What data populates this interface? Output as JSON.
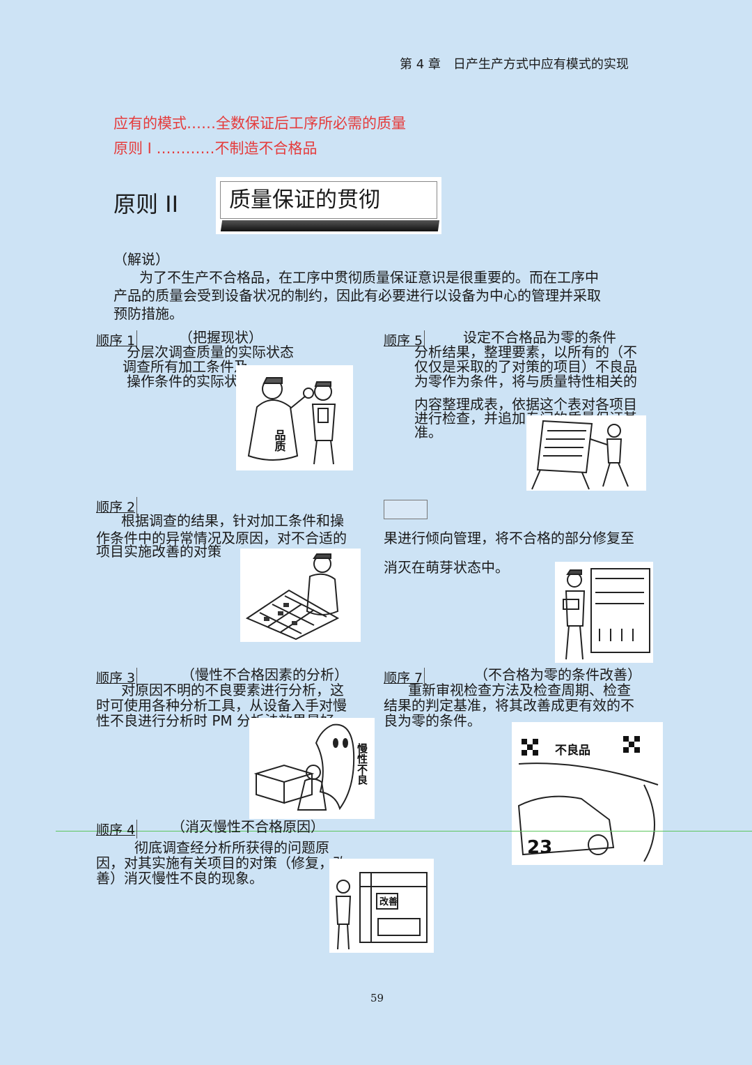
{
  "header": {
    "chapter": "第 4 章　日产生产方式中应有模式的实现"
  },
  "pattern": {
    "line1": "应有的模式……全数保证后工序所必需的质量",
    "line2": "原则 I …………不制造不合格品"
  },
  "principle": {
    "label": "原则 II",
    "title": "质量保证的贯彻"
  },
  "explanation": {
    "heading": "（解说）",
    "lines": [
      "为了不生产不合格品，在工序中贯彻质量保证意识是很重要的。而在工序中",
      "产品的质量会受到设备状况的制约，因此有必要进行以设备为中心的管理并采取",
      "预防措施。"
    ]
  },
  "steps": {
    "s1": {
      "label": "顺序 1",
      "title": "（把握现状）",
      "lines": [
        "分层次调查质量的实际状态",
        "调查所有加工条件及",
        "操作条件的实际状态"
      ],
      "pic_text": "品质"
    },
    "s2": {
      "label": "顺序 2",
      "lines": [
        "根据调查的结果，针对加工条件和操",
        "作条件中的异常情况及原因，对不合适的",
        "项目实施改善的对策"
      ]
    },
    "s3": {
      "label": "顺序 3",
      "title": "（慢性不合格因素的分析）",
      "lines": [
        "对原因不明的不良要素进行分析，这",
        "时可使用各种分析工具，从设备入手对慢",
        "性不良进行分析时 PM 分析法效果最好。"
      ],
      "pic_text": "慢性不良"
    },
    "s4": {
      "label": "顺序 4",
      "title": "（消灭慢性不合格原因）",
      "lines": [
        "彻底调查经分析所获得的问题原",
        "因，对其实施有关项目的对策（修复，改",
        "善）消灭慢性不良的现象。"
      ],
      "pic_text": "改善"
    },
    "s5": {
      "label": "顺序 5",
      "title": "设定不合格品为零的条件",
      "lines": [
        "分析结果，整理要素，以所有的（不",
        "仅仅是采取的了对策的项目）不良品",
        "为零作为条件，将与质量特性相关的",
        "内容整理成表，依据这个表对各项目",
        "进行检查，并追加专门的质量保证基",
        "准。"
      ]
    },
    "s6": {
      "lines": [
        "果进行倾向管理，将不合格的部分修复至",
        "消灭在萌芽状态中。"
      ]
    },
    "s7": {
      "label": "顺序 7",
      "title": "（不合格为零的条件改善）",
      "lines": [
        "重新审视检查方法及检查周期、检查",
        "结果的判定基准，将其改善成更有效的不",
        "良为零的条件。"
      ],
      "pic_text": "不良品",
      "car_number": "23"
    }
  },
  "page_number": "59"
}
